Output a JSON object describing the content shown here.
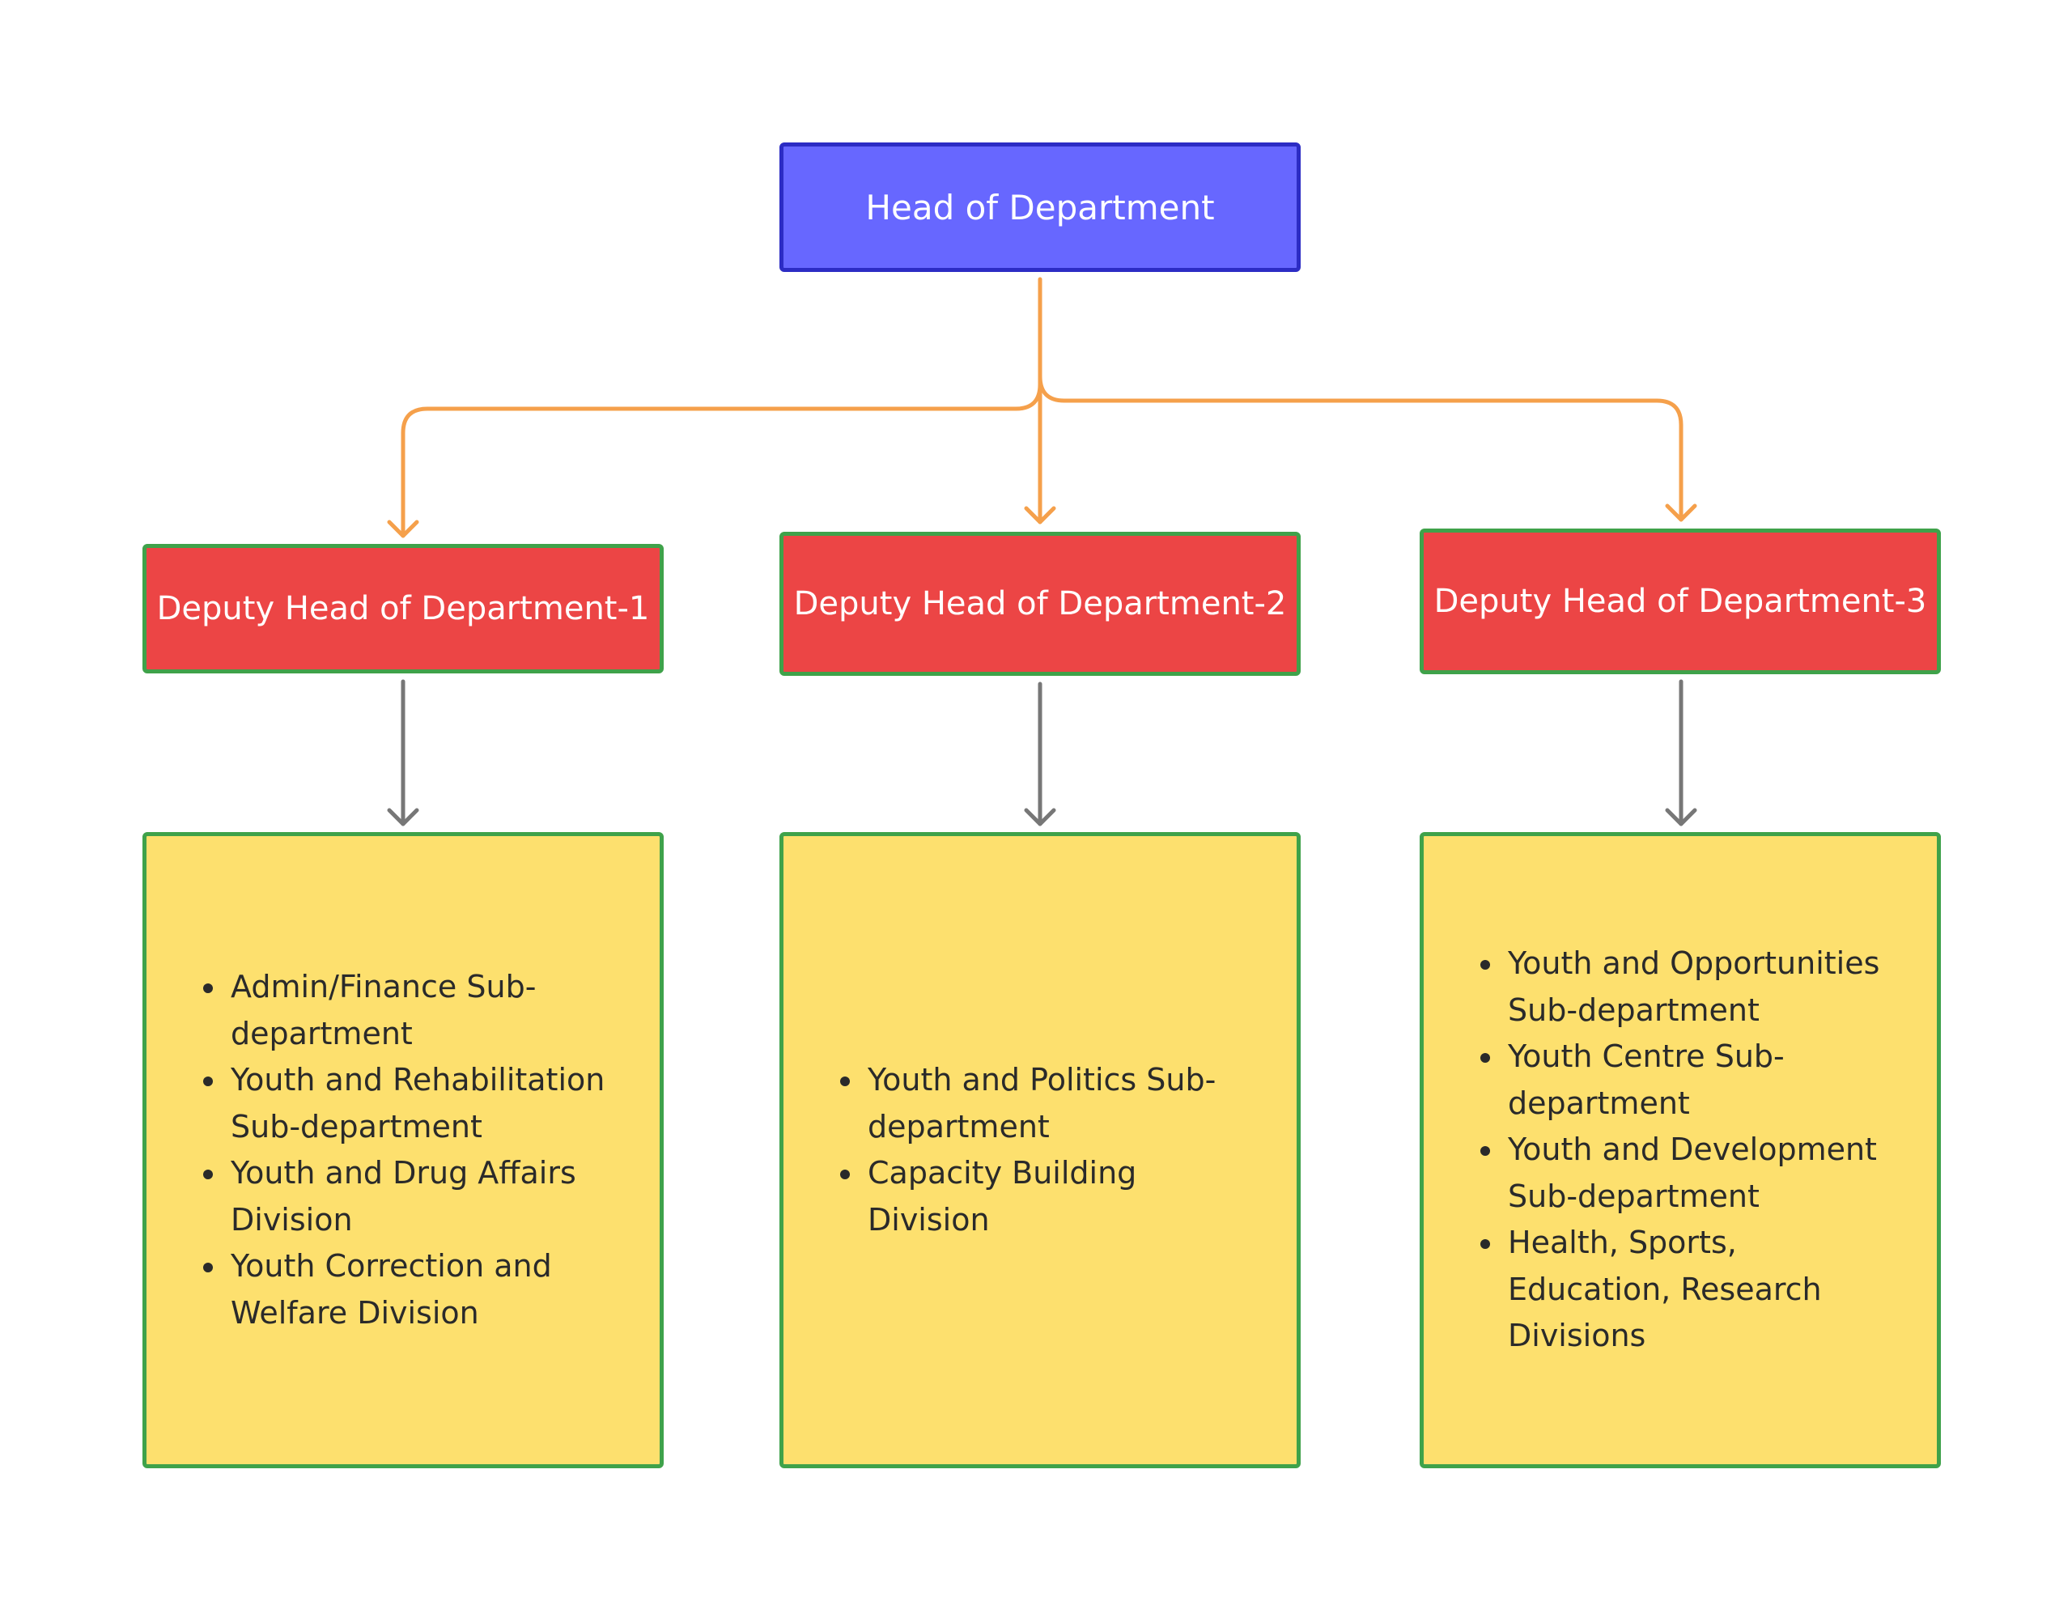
{
  "colors": {
    "head_fill": "#6767ff",
    "head_border": "#2c2cc4",
    "deputy_fill": "#ec4545",
    "box_border": "#3fa24a",
    "division_fill": "#fde06e",
    "head_connector": "#f5a04b",
    "deputy_connector": "#777777"
  },
  "head": {
    "label": "Head of Department"
  },
  "deputies": [
    {
      "label": "Deputy Head of Department-1"
    },
    {
      "label": "Deputy Head of Department-2"
    },
    {
      "label": "Deputy Head of Department-3"
    }
  ],
  "divisions": [
    {
      "items": [
        "Admin/Finance Sub-department",
        "Youth and Rehabilitation Sub-department",
        "Youth and Drug Affairs Division",
        "Youth Correction and Welfare Division"
      ]
    },
    {
      "items": [
        "Youth and Politics Sub-department",
        "Capacity Building Division"
      ]
    },
    {
      "items": [
        "Youth and Opportunities Sub-department",
        "Youth Centre Sub-department",
        "Youth and Development Sub-department",
        "Health, Sports, Education, Research Divisions"
      ]
    }
  ]
}
